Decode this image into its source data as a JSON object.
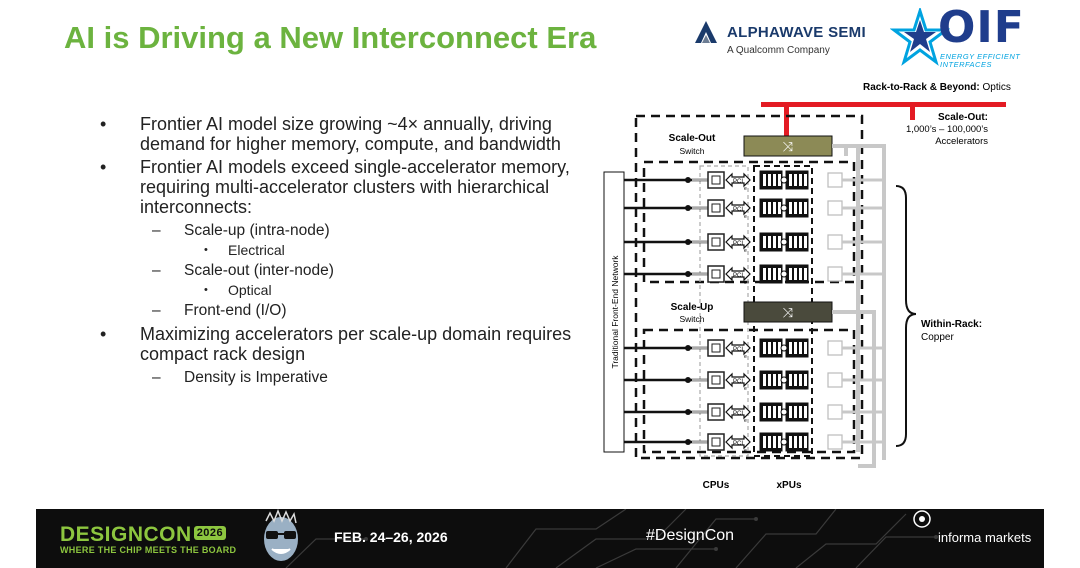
{
  "title": "AI is Driving a New Interconnect Era",
  "logos": {
    "alphawave_name": "ALPHAWAVE SEMI",
    "alphawave_sub": "A Qualcomm Company",
    "oif_name": "OIF",
    "oif_tag_line1": "ENERGY EFFICIENT",
    "oif_tag_line2": "INTERFACES"
  },
  "bullets": {
    "b1": "Frontier AI model size growing ~4× annually, driving demand for higher memory, compute, and bandwidth",
    "b2": "Frontier AI models exceed single-accelerator memory, requiring multi-accelerator clusters with hierarchical interconnects:",
    "b2_sub1": "Scale-up (intra-node)",
    "b2_sub1_item": "Electrical",
    "b2_sub2": "Scale-out (inter-node)",
    "b2_sub2_item": "Optical",
    "b2_sub3": "Front-end (I/O)",
    "b3": "Maximizing accelerators per scale-up domain requires compact rack design",
    "b3_sub1": "Density is Imperative"
  },
  "diagram": {
    "rack_label_bold": "Rack-to-Rack & Beyond:",
    "rack_label_rest": " Optics",
    "scaleout_title": "Scale-Out:",
    "scaleout_line1": "1,000’s – 100,000’s",
    "scaleout_line2": "Accelerators",
    "scaleout_switch_title": "Scale-Out",
    "scaleout_switch_sub": "Switch",
    "scaleup_switch_title": "Scale-Up",
    "scaleup_switch_sub": "Switch",
    "frontend_label": "Traditional Front-End Network",
    "within_title": "Within-Rack:",
    "within_sub": "Copper",
    "cpus_label": "CPUs",
    "xpus_label": "xPUs",
    "pcie_label": "PCI",
    "pcie_e": "e",
    "switch_glyph": "⤨"
  },
  "footer": {
    "brand": "DESIGNCON",
    "year": "2026",
    "tagline": "WHERE THE CHIP MEETS THE BOARD",
    "dates": "FEB. 24–26, 2026",
    "hashtag": "#DesignCon",
    "sponsor": "informa markets"
  },
  "colors": {
    "title_green": "#6cb33f",
    "optics_red": "#e31b23",
    "scaleout_switch": "#8c8a56",
    "scaleup_switch": "#4a4a3c",
    "footer_bg": "#0d0d0d",
    "brand_green": "#8dc63f"
  }
}
